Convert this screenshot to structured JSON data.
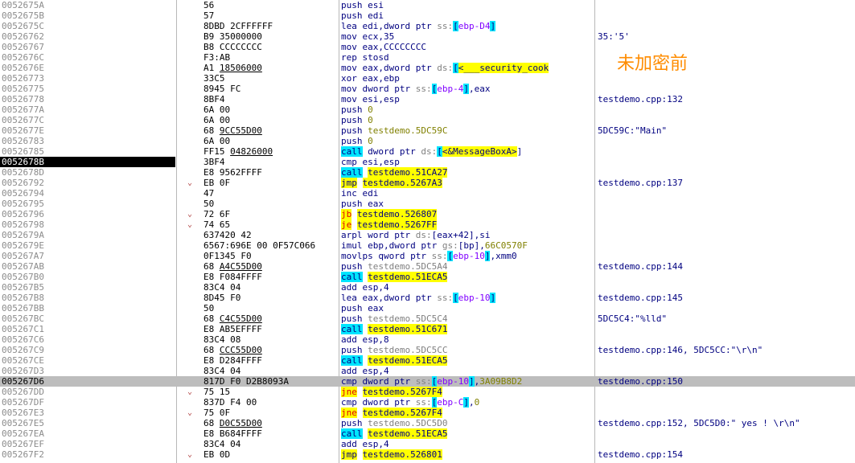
{
  "annotation": "未加密前",
  "rows": [
    {
      "addr": "0052675A",
      "bytes": "56",
      "asm": [
        {
          "t": "push esi"
        }
      ],
      "comment": ""
    },
    {
      "addr": "0052675B",
      "bytes": "57",
      "asm": [
        {
          "t": "push edi"
        }
      ],
      "comment": ""
    },
    {
      "addr": "0052675C",
      "bytes": "8DBD 2CFFFFFF",
      "asm": [
        {
          "t": "lea edi,dword ptr "
        },
        {
          "t": "ss:",
          "c": "seg"
        },
        {
          "t": "[",
          "c": "brk"
        },
        {
          "t": "ebp-D4",
          "c": "sub"
        },
        {
          "t": "]",
          "c": "brk"
        }
      ],
      "comment": ""
    },
    {
      "addr": "00526762",
      "bytes": "B9 35000000",
      "asm": [
        {
          "t": "mov ecx,35"
        }
      ],
      "comment": "35:'5'"
    },
    {
      "addr": "00526767",
      "bytes": "B8 CCCCCCCC",
      "asm": [
        {
          "t": "mov eax,CCCCCCCC"
        }
      ],
      "comment": ""
    },
    {
      "addr": "0052676C",
      "bytes": "F3:AB",
      "asm": [
        {
          "t": "rep stosd"
        }
      ],
      "comment": ""
    },
    {
      "addr": "0052676E",
      "bytes": "A1 18506000",
      "ul": true,
      "asm": [
        {
          "t": "mov eax,dword ptr "
        },
        {
          "t": "ds:",
          "c": "seg"
        },
        {
          "t": "[",
          "c": "brk"
        },
        {
          "t": "<___security_cook",
          "c": "fn"
        }
      ],
      "comment": ""
    },
    {
      "addr": "00526773",
      "bytes": "33C5",
      "asm": [
        {
          "t": "xor eax,ebp"
        }
      ],
      "comment": ""
    },
    {
      "addr": "00526775",
      "bytes": "8945 FC",
      "asm": [
        {
          "t": "mov dword ptr "
        },
        {
          "t": "ss:",
          "c": "seg"
        },
        {
          "t": "[",
          "c": "brk"
        },
        {
          "t": "ebp-4",
          "c": "sub"
        },
        {
          "t": "]",
          "c": "brk"
        },
        {
          "t": ",eax"
        }
      ],
      "comment": ""
    },
    {
      "addr": "00526778",
      "bytes": "8BF4",
      "asm": [
        {
          "t": "mov esi,esp"
        }
      ],
      "comment": "testdemo.cpp:132"
    },
    {
      "addr": "0052677A",
      "bytes": "6A 00",
      "asm": [
        {
          "t": "push "
        },
        {
          "t": "0",
          "c": "num"
        }
      ],
      "comment": ""
    },
    {
      "addr": "0052677C",
      "bytes": "6A 00",
      "asm": [
        {
          "t": "push "
        },
        {
          "t": "0",
          "c": "num"
        }
      ],
      "comment": ""
    },
    {
      "addr": "0052677E",
      "bytes": "68 9CC55D00",
      "ul": true,
      "asm": [
        {
          "t": "push "
        },
        {
          "t": "testdemo.5DC59C",
          "c": "num"
        }
      ],
      "comment": "5DC59C:\"Main\""
    },
    {
      "addr": "00526783",
      "bytes": "6A 00",
      "asm": [
        {
          "t": "push "
        },
        {
          "t": "0",
          "c": "num"
        }
      ],
      "comment": ""
    },
    {
      "addr": "00526785",
      "bytes": "FF15 04826000",
      "ul": true,
      "asm": [
        {
          "t": "call",
          "c": "kc"
        },
        {
          "t": " dword ptr "
        },
        {
          "t": "ds:",
          "c": "seg"
        },
        {
          "t": "[",
          "c": "brk"
        },
        {
          "t": "<&MessageBoxA>",
          "c": "fn"
        },
        {
          "t": "]"
        }
      ],
      "comment": ""
    },
    {
      "addr": "0052678B",
      "bytes": "3BF4",
      "sel": true,
      "asm": [
        {
          "t": "cmp esi,esp"
        }
      ],
      "comment": ""
    },
    {
      "addr": "0052678D",
      "bytes": "E8 9562FFFF",
      "asm": [
        {
          "t": "call",
          "c": "kc"
        },
        {
          "t": " "
        },
        {
          "t": "testdemo.51CA27",
          "c": "fn"
        }
      ],
      "comment": ""
    },
    {
      "addr": "00526792",
      "bytes": "EB 0F",
      "arrow": "⌄",
      "asm": [
        {
          "t": "jmp",
          "c": "kw"
        },
        {
          "t": " "
        },
        {
          "t": "testdemo.5267A3",
          "c": "fn"
        }
      ],
      "comment": "testdemo.cpp:137"
    },
    {
      "addr": "00526794",
      "bytes": "47",
      "asm": [
        {
          "t": "inc edi"
        }
      ],
      "comment": ""
    },
    {
      "addr": "00526795",
      "bytes": "50",
      "asm": [
        {
          "t": "push eax"
        }
      ],
      "comment": ""
    },
    {
      "addr": "00526796",
      "bytes": "72 6F",
      "arrow": "⌄",
      "asm": [
        {
          "t": "jb",
          "c": "kw kr"
        },
        {
          "t": " "
        },
        {
          "t": "testdemo.526807",
          "c": "fn"
        }
      ],
      "comment": ""
    },
    {
      "addr": "00526798",
      "bytes": "74 65",
      "arrow": "⌄",
      "asm": [
        {
          "t": "je",
          "c": "kw kr"
        },
        {
          "t": " "
        },
        {
          "t": "testdemo.5267FF",
          "c": "fn"
        }
      ],
      "comment": ""
    },
    {
      "addr": "0052679A",
      "bytes": "637420 42",
      "asm": [
        {
          "t": "arpl word ptr "
        },
        {
          "t": "ds:",
          "c": "seg"
        },
        {
          "t": "[eax+42],si"
        }
      ],
      "comment": ""
    },
    {
      "addr": "0052679E",
      "bytes": "6567:696E 00 0F57C066",
      "asm": [
        {
          "t": "imul ebp,dword ptr "
        },
        {
          "t": "gs:",
          "c": "seg"
        },
        {
          "t": "[bp],"
        },
        {
          "t": "66C0570F",
          "c": "num"
        }
      ],
      "comment": ""
    },
    {
      "addr": "005267A7",
      "bytes": "0F1345 F0",
      "asm": [
        {
          "t": "movlps qword ptr "
        },
        {
          "t": "ss:",
          "c": "seg"
        },
        {
          "t": "[",
          "c": "brk"
        },
        {
          "t": "ebp-10",
          "c": "sub"
        },
        {
          "t": "]",
          "c": "brk"
        },
        {
          "t": ",xmm0"
        }
      ],
      "comment": ""
    },
    {
      "addr": "005267AB",
      "bytes": "68 A4C55D00",
      "ul": true,
      "asm": [
        {
          "t": "push "
        },
        {
          "t": "testdemo.5DC5A4",
          "c": "gray"
        }
      ],
      "comment": "testdemo.cpp:144"
    },
    {
      "addr": "005267B0",
      "bytes": "E8 F084FFFF",
      "asm": [
        {
          "t": "call",
          "c": "kc"
        },
        {
          "t": " "
        },
        {
          "t": "testdemo.51ECA5",
          "c": "fn"
        }
      ],
      "comment": ""
    },
    {
      "addr": "005267B5",
      "bytes": "83C4 04",
      "asm": [
        {
          "t": "add esp,4"
        }
      ],
      "comment": ""
    },
    {
      "addr": "005267B8",
      "bytes": "8D45 F0",
      "asm": [
        {
          "t": "lea eax,dword ptr "
        },
        {
          "t": "ss:",
          "c": "seg"
        },
        {
          "t": "[",
          "c": "brk"
        },
        {
          "t": "ebp-10",
          "c": "sub"
        },
        {
          "t": "]",
          "c": "brk"
        }
      ],
      "comment": "testdemo.cpp:145"
    },
    {
      "addr": "005267BB",
      "bytes": "50",
      "asm": [
        {
          "t": "push eax"
        }
      ],
      "comment": ""
    },
    {
      "addr": "005267BC",
      "bytes": "68 C4C55D00",
      "ul": true,
      "asm": [
        {
          "t": "push "
        },
        {
          "t": "testdemo.5DC5C4",
          "c": "gray"
        }
      ],
      "comment": "5DC5C4:\"%lld\""
    },
    {
      "addr": "005267C1",
      "bytes": "E8 AB5EFFFF",
      "asm": [
        {
          "t": "call",
          "c": "kc"
        },
        {
          "t": " "
        },
        {
          "t": "testdemo.51C671",
          "c": "fn"
        }
      ],
      "comment": ""
    },
    {
      "addr": "005267C6",
      "bytes": "83C4 08",
      "asm": [
        {
          "t": "add esp,8"
        }
      ],
      "comment": ""
    },
    {
      "addr": "005267C9",
      "bytes": "68 CCC55D00",
      "ul": true,
      "asm": [
        {
          "t": "push "
        },
        {
          "t": "testdemo.5DC5CC",
          "c": "gray"
        }
      ],
      "comment": "testdemo.cpp:146, 5DC5CC:\"\\r\\n\""
    },
    {
      "addr": "005267CE",
      "bytes": "E8 D284FFFF",
      "asm": [
        {
          "t": "call",
          "c": "kc"
        },
        {
          "t": " "
        },
        {
          "t": "testdemo.51ECA5",
          "c": "fn"
        }
      ],
      "comment": ""
    },
    {
      "addr": "005267D3",
      "bytes": "83C4 04",
      "asm": [
        {
          "t": "add esp,4"
        }
      ],
      "comment": ""
    },
    {
      "addr": "005267D6",
      "bytes": "817D F0 D2B8093A",
      "hl": true,
      "asm": [
        {
          "t": "cmp dword ptr "
        },
        {
          "t": "ss:",
          "c": "seg"
        },
        {
          "t": "[",
          "c": "brk"
        },
        {
          "t": "ebp-10",
          "c": "sub"
        },
        {
          "t": "]",
          "c": "brk"
        },
        {
          "t": ","
        },
        {
          "t": "3A09B8D2",
          "c": "num"
        }
      ],
      "comment": "testdemo.cpp:150"
    },
    {
      "addr": "005267DD",
      "bytes": "75 15",
      "arrow": "⌄",
      "asm": [
        {
          "t": "jne",
          "c": "kw kr"
        },
        {
          "t": " "
        },
        {
          "t": "testdemo.5267F4",
          "c": "fn"
        }
      ],
      "comment": ""
    },
    {
      "addr": "005267DF",
      "bytes": "837D F4 00",
      "asm": [
        {
          "t": "cmp dword ptr "
        },
        {
          "t": "ss:",
          "c": "seg"
        },
        {
          "t": "[",
          "c": "brk"
        },
        {
          "t": "ebp-C",
          "c": "sub"
        },
        {
          "t": "]",
          "c": "brk"
        },
        {
          "t": ","
        },
        {
          "t": "0",
          "c": "num"
        }
      ],
      "comment": ""
    },
    {
      "addr": "005267E3",
      "bytes": "75 0F",
      "arrow": "⌄",
      "asm": [
        {
          "t": "jne",
          "c": "kw kr"
        },
        {
          "t": " "
        },
        {
          "t": "testdemo.5267F4",
          "c": "fn"
        }
      ],
      "comment": ""
    },
    {
      "addr": "005267E5",
      "bytes": "68 D0C55D00",
      "ul": true,
      "asm": [
        {
          "t": "push "
        },
        {
          "t": "testdemo.5DC5D0",
          "c": "gray"
        }
      ],
      "comment": "testdemo.cpp:152, 5DC5D0:\" yes ! \\r\\n\""
    },
    {
      "addr": "005267EA",
      "bytes": "E8 B684FFFF",
      "asm": [
        {
          "t": "call",
          "c": "kc"
        },
        {
          "t": " "
        },
        {
          "t": "testdemo.51ECA5",
          "c": "fn"
        }
      ],
      "comment": ""
    },
    {
      "addr": "005267EF",
      "bytes": "83C4 04",
      "asm": [
        {
          "t": "add esp,4"
        }
      ],
      "comment": ""
    },
    {
      "addr": "005267F2",
      "bytes": "EB 0D",
      "arrow": "⌄",
      "asm": [
        {
          "t": "jmp",
          "c": "kw"
        },
        {
          "t": " "
        },
        {
          "t": "testdemo.526801",
          "c": "fn"
        }
      ],
      "comment": "testdemo.cpp:154"
    }
  ]
}
